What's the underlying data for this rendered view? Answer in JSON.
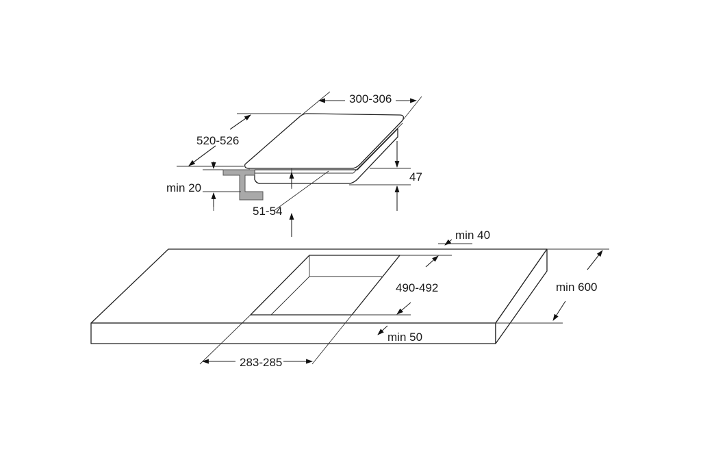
{
  "diagram": {
    "hob": {
      "width_label": "300-306",
      "depth_label": "520-526",
      "height_label": "47",
      "clearance_label": "min 20",
      "inset_label": "51-54"
    },
    "worktop": {
      "rear_clearance_label": "min 40",
      "cutout_depth_label": "490-492",
      "worktop_depth_label": "min 600",
      "front_clearance_label": "min 50",
      "cutout_width_label": "283-285"
    }
  }
}
